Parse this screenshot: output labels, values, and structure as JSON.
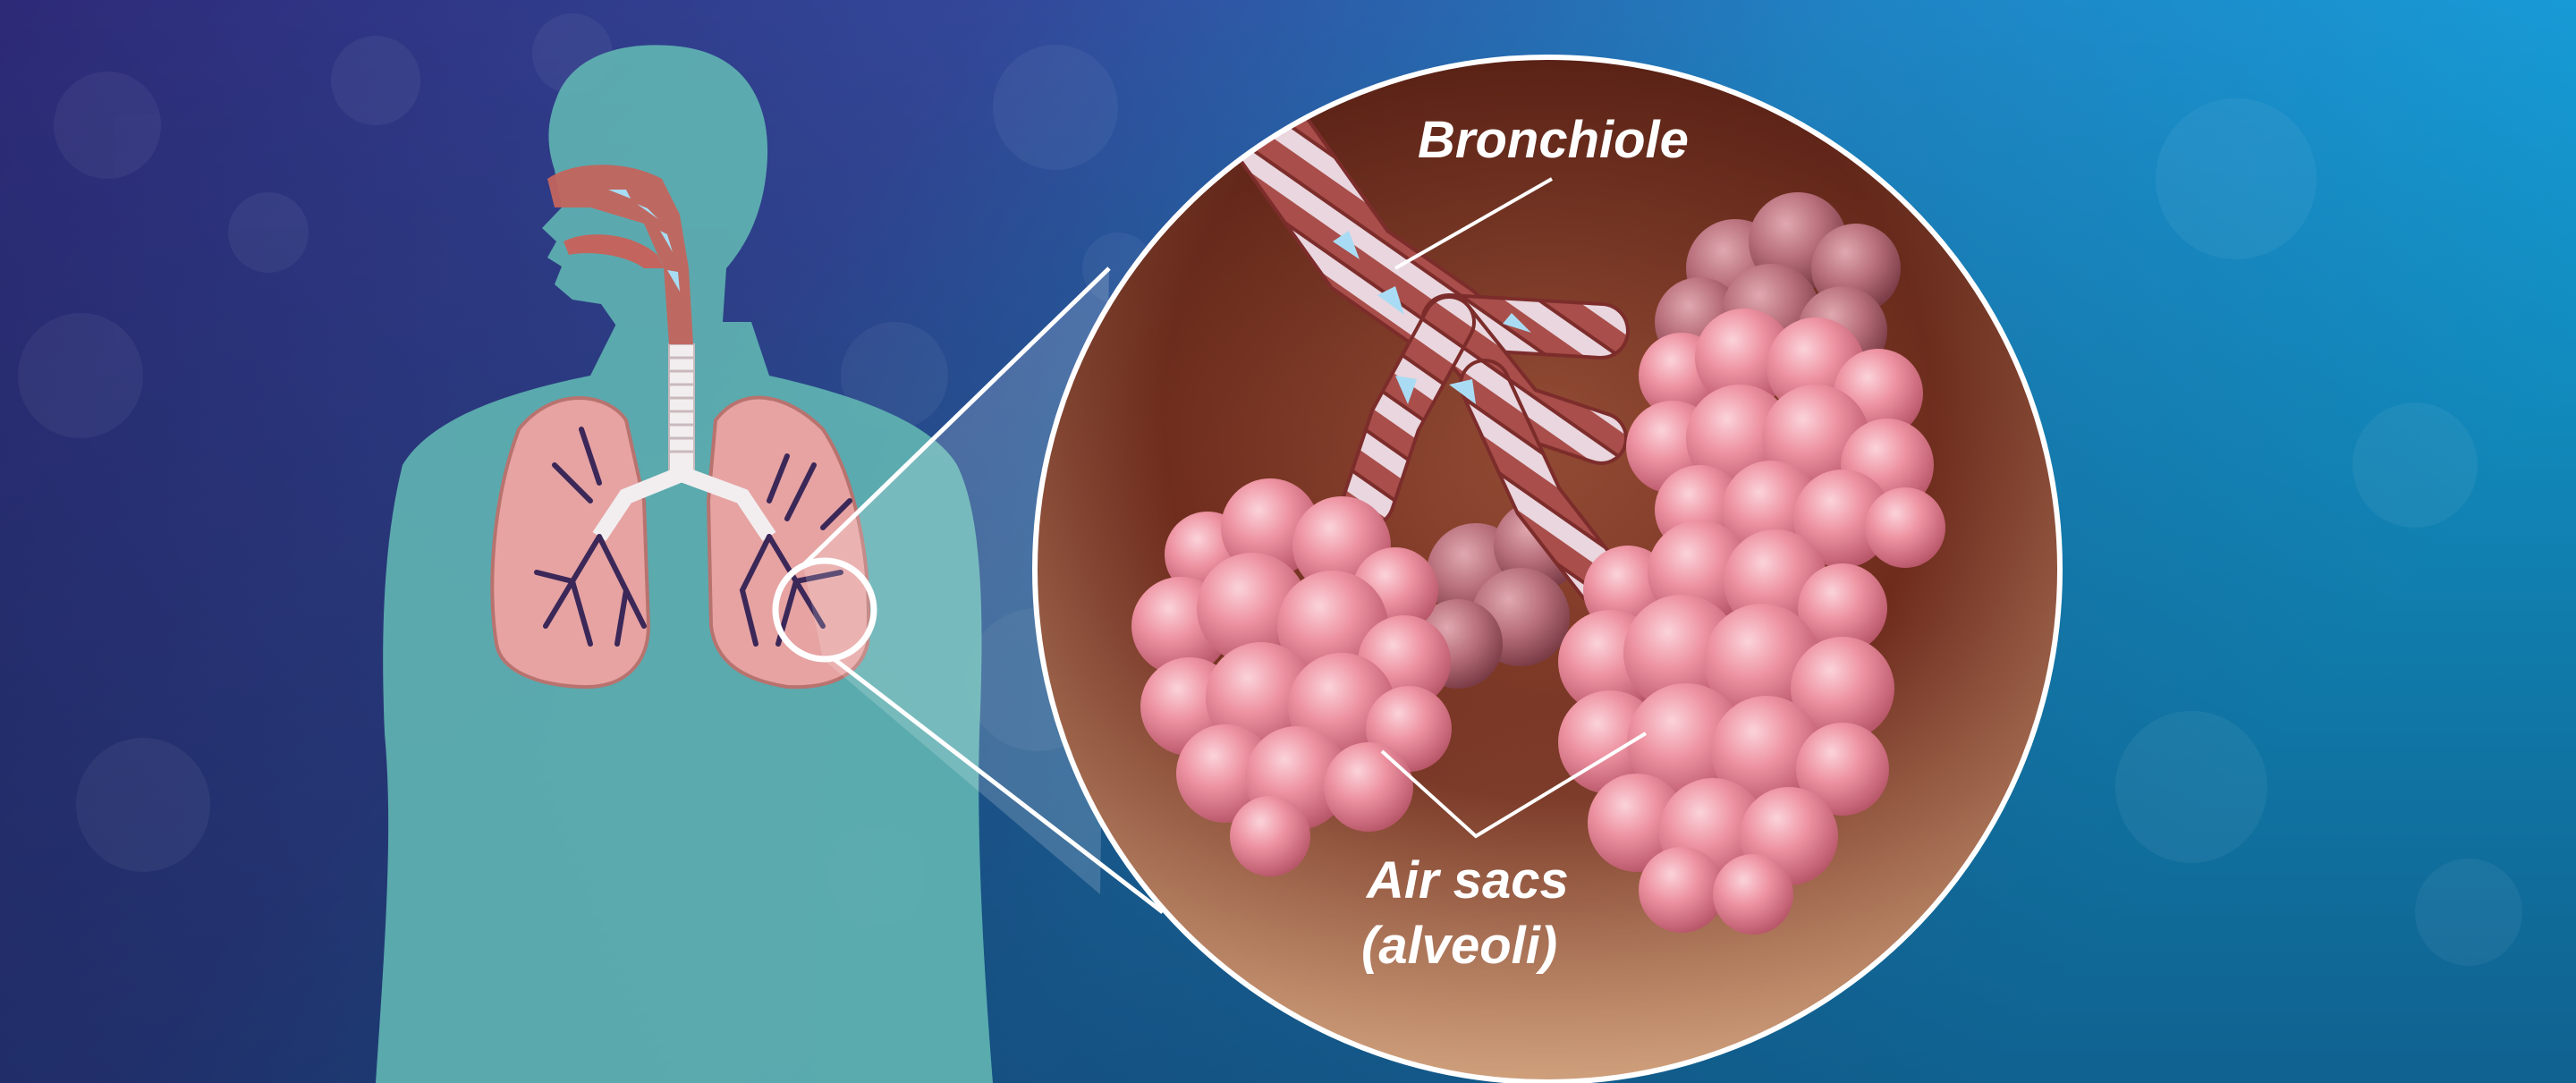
{
  "labels": {
    "bronchiole": "Bronchiole",
    "air_sacs_line1": "Air sacs",
    "air_sacs_line2": "(alveoli)"
  },
  "colors": {
    "background_dark": "#2a2570",
    "background_light": "#1aa3dd",
    "silhouette": "#63b5b4",
    "lung_tissue": "#e9a5a2",
    "airway": "#c3655e",
    "alveoli": "#ec8f9c",
    "air_arrow": "#9fd4ef",
    "callout_white": "#ffffff"
  },
  "icons": {
    "inhaled_air_arrows": "arrow-icon"
  }
}
